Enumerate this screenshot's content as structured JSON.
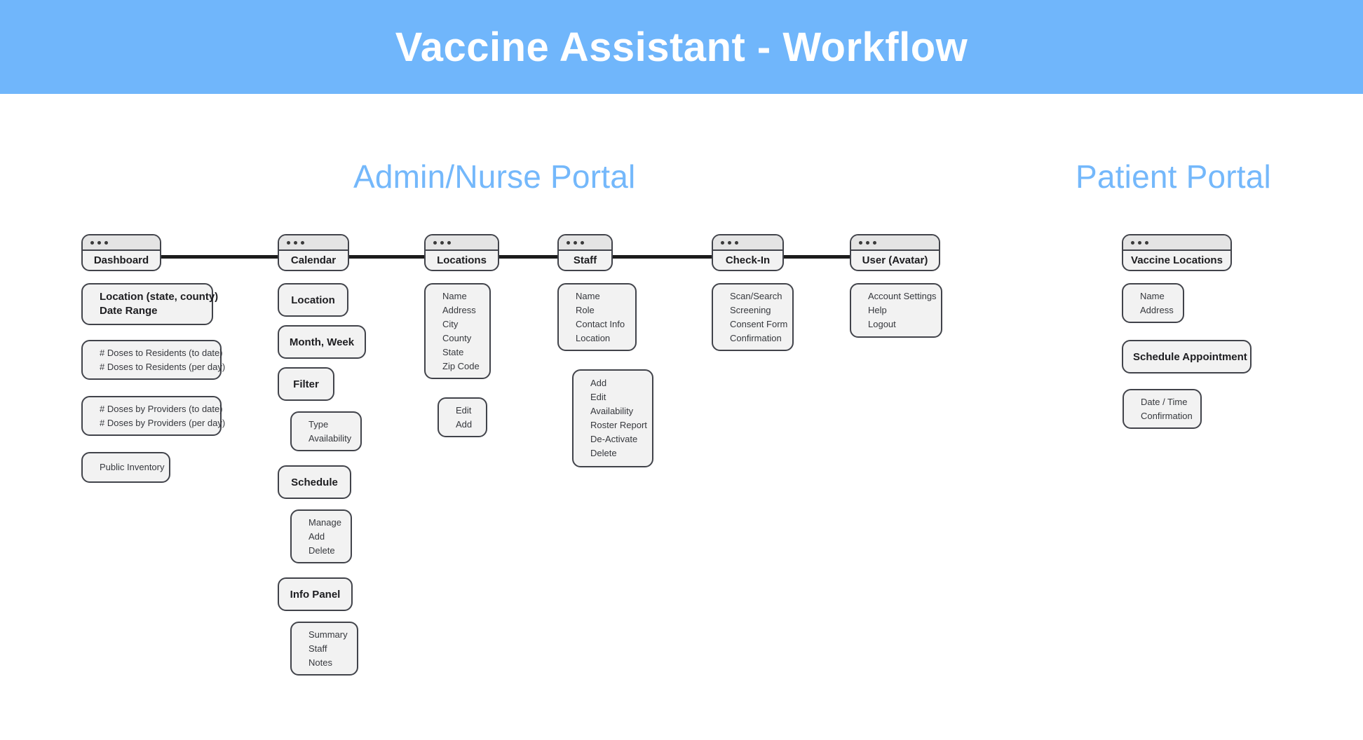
{
  "header": {
    "title": "Vaccine Assistant - Workflow",
    "background_color": "#70b6fb",
    "text_color": "#ffffff"
  },
  "sections": {
    "admin": {
      "heading": "Admin/Nurse Portal"
    },
    "patient": {
      "heading": "Patient Portal"
    }
  },
  "colors": {
    "accent": "#74b8fb",
    "node_fill": "#f2f2f2",
    "node_border": "#41434a",
    "titlebar_fill": "#e4e4e4",
    "connector": "#1c1c1c"
  },
  "columns": [
    {
      "id": "dashboard",
      "window": {
        "label": "Dashboard",
        "dots": 3
      },
      "nodes": [
        {
          "type": "bold-list",
          "items": [
            "Location (state, county)",
            "Date Range"
          ]
        },
        {
          "type": "list",
          "items": [
            "# Doses to Residents (to date)",
            "# Doses to Residents (per day)"
          ]
        },
        {
          "type": "list",
          "items": [
            "# Doses by Providers (to date)",
            "# Doses by Providers (per day)"
          ]
        },
        {
          "type": "list",
          "items": [
            "Public Inventory"
          ]
        }
      ]
    },
    {
      "id": "calendar",
      "window": {
        "label": "Calendar",
        "dots": 3
      },
      "nodes": [
        {
          "type": "title",
          "items": [
            "Location"
          ]
        },
        {
          "type": "title",
          "items": [
            "Month, Week"
          ]
        },
        {
          "type": "title",
          "items": [
            "Filter"
          ]
        },
        {
          "type": "list",
          "items": [
            "Type",
            "Availability"
          ]
        },
        {
          "type": "title",
          "items": [
            "Schedule"
          ]
        },
        {
          "type": "list",
          "items": [
            "Manage",
            "Add",
            "Delete"
          ]
        },
        {
          "type": "title",
          "items": [
            "Info Panel"
          ]
        },
        {
          "type": "list",
          "items": [
            "Summary",
            "Staff",
            "Notes"
          ]
        }
      ]
    },
    {
      "id": "locations",
      "window": {
        "label": "Locations",
        "dots": 3
      },
      "nodes": [
        {
          "type": "list",
          "items": [
            "Name",
            "Address",
            "City",
            "County",
            "State",
            "Zip Code"
          ]
        },
        {
          "type": "list",
          "items": [
            "Edit",
            "Add"
          ]
        }
      ]
    },
    {
      "id": "staff",
      "window": {
        "label": "Staff",
        "dots": 3
      },
      "nodes": [
        {
          "type": "list",
          "items": [
            "Name",
            "Role",
            "Contact Info",
            "Location"
          ]
        },
        {
          "type": "list",
          "items": [
            "Add",
            "Edit",
            "Availability",
            "Roster Report",
            "De-Activate",
            "Delete"
          ]
        }
      ]
    },
    {
      "id": "checkin",
      "window": {
        "label": "Check-In",
        "dots": 3
      },
      "nodes": [
        {
          "type": "list",
          "items": [
            "Scan/Search",
            "Screening",
            "Consent Form",
            "Confirmation"
          ]
        }
      ]
    },
    {
      "id": "user",
      "window": {
        "label": "User (Avatar)",
        "dots": 3
      },
      "nodes": [
        {
          "type": "list",
          "items": [
            "Account Settings",
            "Help",
            "Logout"
          ]
        }
      ]
    },
    {
      "id": "vaccine-locations",
      "window": {
        "label": "Vaccine Locations",
        "dots": 3
      },
      "nodes": [
        {
          "type": "list",
          "items": [
            "Name",
            "Address"
          ]
        },
        {
          "type": "title",
          "items": [
            "Schedule Appointment"
          ]
        },
        {
          "type": "list",
          "items": [
            "Date / Time",
            "Confirmation"
          ]
        }
      ]
    }
  ]
}
